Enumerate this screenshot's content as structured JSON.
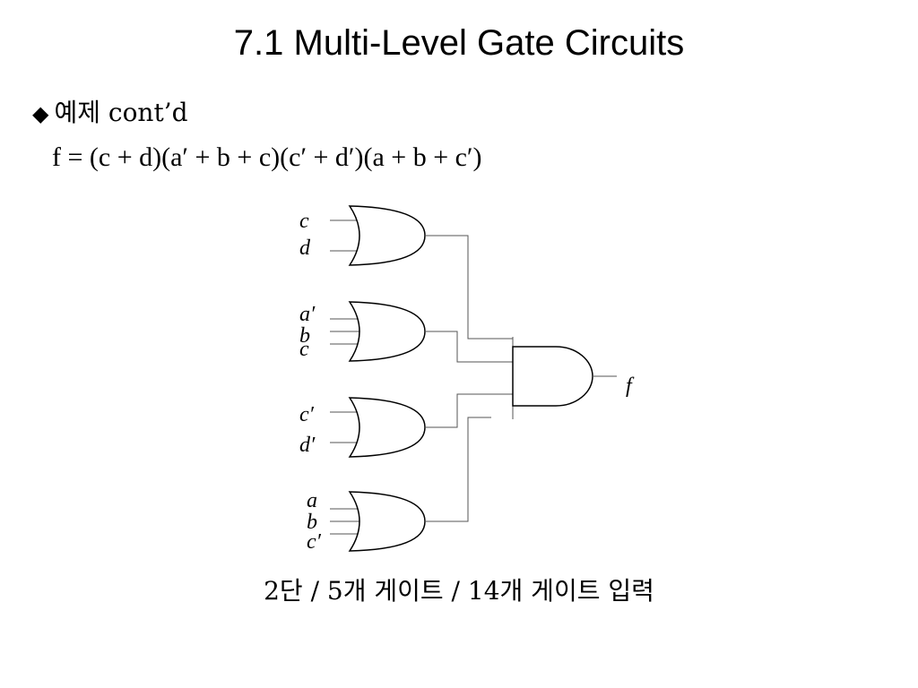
{
  "slide": {
    "title": "7.1 Multi-Level Gate Circuits",
    "bullet_symbol": "◆",
    "bullet_text": "예제 cont’d",
    "equation": "f = (c + d)(a′ + b + c)(c′ + d′)(a + b + c′)",
    "caption": "2단 / 5개 게이트 / 14개 게이트 입력"
  },
  "circuit": {
    "or_gates": [
      {
        "inputs": [
          "c",
          "d"
        ]
      },
      {
        "inputs": [
          "a′",
          "b",
          "c"
        ]
      },
      {
        "inputs": [
          "c′",
          "d′"
        ]
      },
      {
        "inputs": [
          "a",
          "b",
          "c′"
        ]
      }
    ],
    "and_gate": {
      "output": "f"
    }
  }
}
